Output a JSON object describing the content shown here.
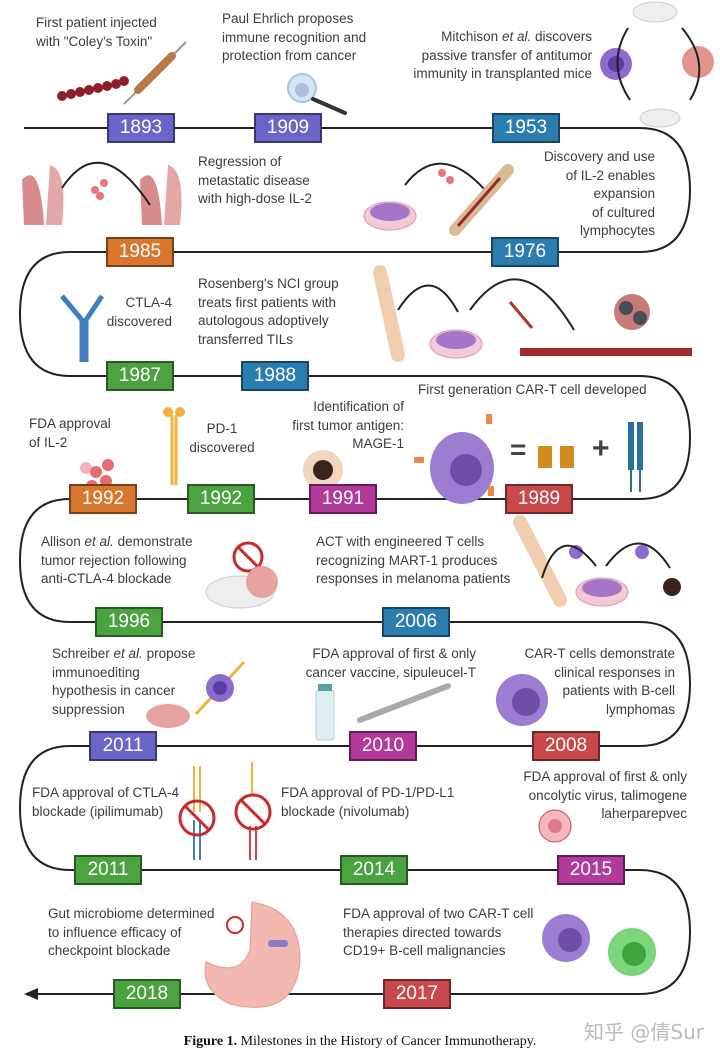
{
  "figure": {
    "caption_label": "Figure 1.",
    "caption_text": " Milestones in the History of Cancer Immunotherapy.",
    "watermark": "知乎 @倩Sur"
  },
  "colors": {
    "purple_blue": "#6a66c9",
    "teal_blue": "#2b7db0",
    "orange": "#d9772f",
    "green": "#4aa33f",
    "magenta": "#b23a9c",
    "red": "#c9494b",
    "line": "#222222"
  },
  "milestones": [
    {
      "year": "1893",
      "color": "#6a66c9",
      "text": [
        "First patient injected",
        "with \"Coley's Toxin\""
      ]
    },
    {
      "year": "1909",
      "color": "#6a66c9",
      "text": [
        "Paul Ehrlich proposes",
        "immune recognition and",
        "protection from cancer"
      ]
    },
    {
      "year": "1953",
      "color": "#2b7db0",
      "text_pre": "Mitchison ",
      "text_em": "et al.",
      "text_post": " discovers",
      "text": [
        "passive transfer of antitumor",
        "immunity in transplanted mice"
      ]
    },
    {
      "year": "1976",
      "color": "#2b7db0",
      "text": [
        "Discovery and use",
        "of IL-2 enables",
        "expansion",
        "of cultured",
        "lymphocytes"
      ]
    },
    {
      "year": "1985",
      "color": "#d9772f",
      "text": [
        "Regression of",
        "metastatic disease",
        "with high-dose IL-2"
      ]
    },
    {
      "year": "1987",
      "color": "#4aa33f",
      "text": [
        "CTLA-4",
        "discovered"
      ]
    },
    {
      "year": "1988",
      "color": "#2b7db0",
      "text": [
        "Rosenberg's NCI group",
        "treats first patients with",
        "autologous adoptively",
        "transferred TILs"
      ]
    },
    {
      "year": "1989",
      "color": "#c9494b",
      "text": [
        "First generation CAR-T cell developed"
      ]
    },
    {
      "year": "1991",
      "color": "#b23a9c",
      "text": [
        "Identification of",
        "first tumor antigen:",
        "MAGE-1"
      ]
    },
    {
      "year": "1992",
      "color": "#4aa33f",
      "text": [
        "PD-1",
        "discovered"
      ]
    },
    {
      "year": "1992",
      "color": "#d9772f",
      "text": [
        "FDA approval",
        "of IL-2"
      ]
    },
    {
      "year": "1996",
      "color": "#4aa33f",
      "text_pre": "Allison ",
      "text_em": "et al.",
      "text_post": " demonstrate",
      "text": [
        "tumor rejection following",
        "anti-CTLA-4 blockade"
      ]
    },
    {
      "year": "2006",
      "color": "#2b7db0",
      "text": [
        "ACT with engineered T cells",
        "recognizing MART-1 produces",
        "responses in melanoma patients"
      ]
    },
    {
      "year": "2008",
      "color": "#c9494b",
      "text": [
        "CAR-T cells demonstrate",
        "clinical responses in",
        "patients with B-cell",
        "lymphomas"
      ]
    },
    {
      "year": "2010",
      "color": "#b23a9c",
      "text": [
        "FDA approval of first & only",
        "cancer vaccine, sipuleucel-T"
      ]
    },
    {
      "year": "2011",
      "color": "#6a66c9",
      "text_pre": "Schreiber ",
      "text_em": "et al.",
      "text_post": " propose",
      "text": [
        "immunoediting",
        "hypothesis in cancer",
        "suppression"
      ]
    },
    {
      "year": "2011",
      "color": "#4aa33f",
      "text": [
        "FDA approval of CTLA-4",
        "blockade (ipilimumab)"
      ]
    },
    {
      "year": "2014",
      "color": "#4aa33f",
      "text": [
        "FDA approval of PD-1/PD-L1",
        "blockade (nivolumab)"
      ]
    },
    {
      "year": "2015",
      "color": "#b23a9c",
      "text": [
        "FDA approval of first & only",
        "oncolytic virus, talimogene",
        "laherparepvec"
      ]
    },
    {
      "year": "2017",
      "color": "#c9494b",
      "text": [
        "FDA approval of two CAR-T cell",
        "therapies directed towards",
        "CD19+ B-cell malignancies"
      ]
    },
    {
      "year": "2018",
      "color": "#4aa33f",
      "text": [
        "Gut microbiome determined",
        "to influence efficacy of",
        "checkpoint blockade"
      ]
    }
  ],
  "symbols": {
    "equals": "=",
    "plus": "+"
  }
}
